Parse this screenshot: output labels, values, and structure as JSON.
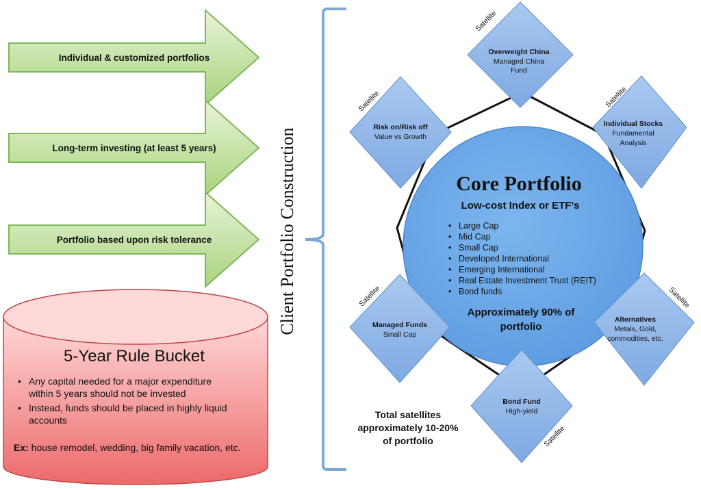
{
  "arrows": [
    {
      "label": "Individual & customized portfolios"
    },
    {
      "label": "Long-term investing (at least 5 years)"
    },
    {
      "label": "Portfolio based upon risk tolerance"
    }
  ],
  "bucket": {
    "title": "5-Year Rule Bucket",
    "bullets": [
      [
        "Any capital needed for a major expenditure",
        "within 5 years should not be invested"
      ],
      [
        "Instead, funds should be placed in highly liquid",
        "accounts"
      ]
    ],
    "example_prefix": "Ex:",
    "example_text": " house remodel, wedding, big family vacation, etc."
  },
  "side_label": "Client Portfolio Construction",
  "core": {
    "title": "Core Portfolio",
    "subtitle": "Low-cost Index or ETF's",
    "items": [
      "Large Cap",
      "Mid Cap",
      "Small Cap",
      "Developed International",
      "Emerging International",
      "Real Estate Investment Trust (REIT)",
      "Bond funds"
    ],
    "footer": [
      "Approximately 90% of",
      "portfolio"
    ]
  },
  "satellite_tag": "Satellite",
  "satellites": [
    {
      "title": "Overweight China",
      "sub": [
        "Managed China",
        "Fund"
      ]
    },
    {
      "title": "Individual Stocks",
      "sub": [
        "Fundamental",
        "Analysis"
      ]
    },
    {
      "title": "Alternatives",
      "sub": [
        "Metals, Gold,",
        "commodities, etc."
      ]
    },
    {
      "title": "Bond Fund",
      "sub": [
        "High-yield"
      ]
    },
    {
      "title": "Managed Funds",
      "sub": [
        "Small Cap"
      ]
    },
    {
      "title": "Risk on/Risk off",
      "sub": [
        "Value vs Growth"
      ]
    }
  ],
  "total_note": [
    "Total satellites",
    "approximately 10-20%",
    "of portfolio"
  ],
  "colors": {
    "arrow_fill_top": "#e8f3d8",
    "arrow_fill_bottom": "#a8d47c",
    "arrow_stroke": "#7cb85a",
    "bucket_fill_top": "#ffd4d4",
    "bucket_fill_bottom": "#ee6f6f",
    "bucket_stroke": "#c04444",
    "core_fill": "#6aa7e6",
    "diamond_fill": "#8fb8ea",
    "diamond_stroke": "#5f8fc9",
    "bracket": "#7ea8d8"
  }
}
